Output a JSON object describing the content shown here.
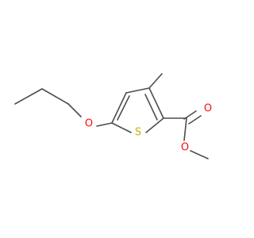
{
  "molecule": {
    "atoms": [
      {
        "id": "S",
        "symbol": "S"
      },
      {
        "id": "O1",
        "symbol": "O"
      },
      {
        "id": "O2",
        "symbol": "O"
      },
      {
        "id": "O3",
        "symbol": "O"
      }
    ]
  },
  "colors": {
    "bond": "#4d4d4d",
    "oxygen": "#ff0d0d",
    "sulfur": "#c8b400",
    "background": "#ffffff"
  }
}
